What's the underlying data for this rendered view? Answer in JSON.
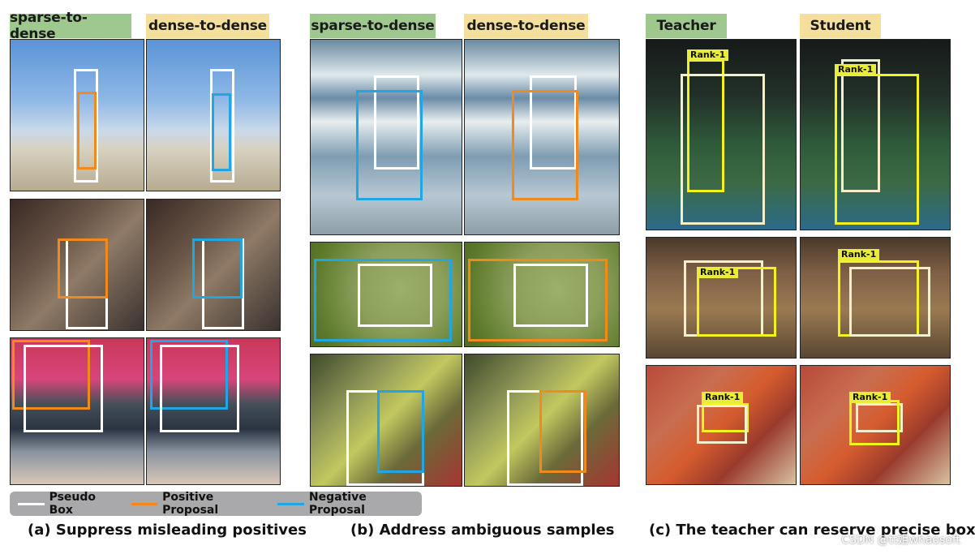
{
  "colors": {
    "green": "#9fc88f",
    "yellow": "#f5df9c",
    "pseudo_box": "#ffffff",
    "positive_proposal": "#f08a1c",
    "negative_proposal": "#21a6e3",
    "rank_box": "#f2f21c",
    "teacher_box": "#f3efcc",
    "tag_bg": "#e9ec38"
  },
  "panel_a": {
    "header_left": "sparse-to-dense",
    "header_right": "dense-to-dense",
    "caption": "(a) Suppress misleading positives"
  },
  "panel_b": {
    "header_left": "sparse-to-dense",
    "header_right": "dense-to-dense",
    "caption": "(b) Address ambiguous samples"
  },
  "panel_c": {
    "header_left": "Teacher",
    "header_right": "Student",
    "caption": "(c) The teacher can reserve precise boxes",
    "rank_label": "Rank-1"
  },
  "legend": {
    "pseudo_box": "Pseudo Box",
    "positive_proposal": "Positive Proposal",
    "negative_proposal": "Negative Proposal"
  },
  "watermark": "CSDN @tt姐whaosoft"
}
